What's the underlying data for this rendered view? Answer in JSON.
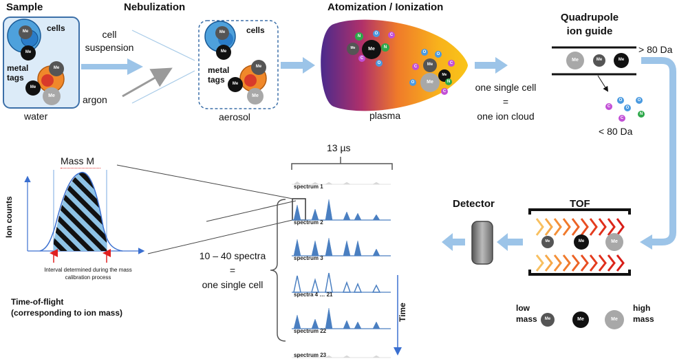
{
  "sections": {
    "sample": "Sample",
    "nebulization": "Nebulization",
    "atomization": "Atomization / Ionization",
    "quadrupole": "Quadrupole\nion guide",
    "detector": "Detector",
    "tof": "TOF"
  },
  "labels": {
    "cells": "cells",
    "metal_tags": "metal\ntags",
    "water": "water",
    "cell_suspension": "cell\nsuspension",
    "argon": "argon",
    "aerosol": "aerosol",
    "plasma": "plasma",
    "one_cell_cloud": "one single cell\n=\none ion cloud",
    "gt80": "> 80 Da",
    "lt80": "< 80 Da",
    "me": "Me",
    "low_mass": "low\nmass",
    "high_mass": "high\nmass",
    "time": "Time"
  },
  "atoms": {
    "carbon": "C",
    "oxygen": "O",
    "nitrogen": "N"
  },
  "spectra": {
    "time_window": "13 µs",
    "labels": [
      "spectrum 1",
      "spectrum 2",
      "spectrum 3",
      "spectra 4 … 21",
      "spectrum 22",
      "spectrum 23"
    ],
    "group": "10 – 40 spectra\n=\none single cell"
  },
  "peak_plot": {
    "mass": "Mass M",
    "ylabel": "Ion counts",
    "interval": "Interval determined during the mass\ncalibration process",
    "caption": "Time-of-flight\n(corresponding to ion mass)"
  },
  "colors": {
    "blue_arrow": "#9cc4e8",
    "sample_fill": "#dcebf8",
    "sample_border": "#3b6fa8",
    "cell_blue": "#4ea1dc",
    "cell_orange": "#f0882a",
    "metal_dark": "#222222",
    "metal_mid": "#555555",
    "metal_light": "#a8a8a8",
    "atom_c": "#c24fd6",
    "atom_o": "#4a9ae0",
    "atom_n": "#2ea84a",
    "peak_blue": "#4a7fc1",
    "hatch_blue": "#8ec3e6",
    "plasma_purple": "#5a2a8a",
    "plasma_orange": "#f5a41a",
    "chevron_red": "#e84020"
  }
}
